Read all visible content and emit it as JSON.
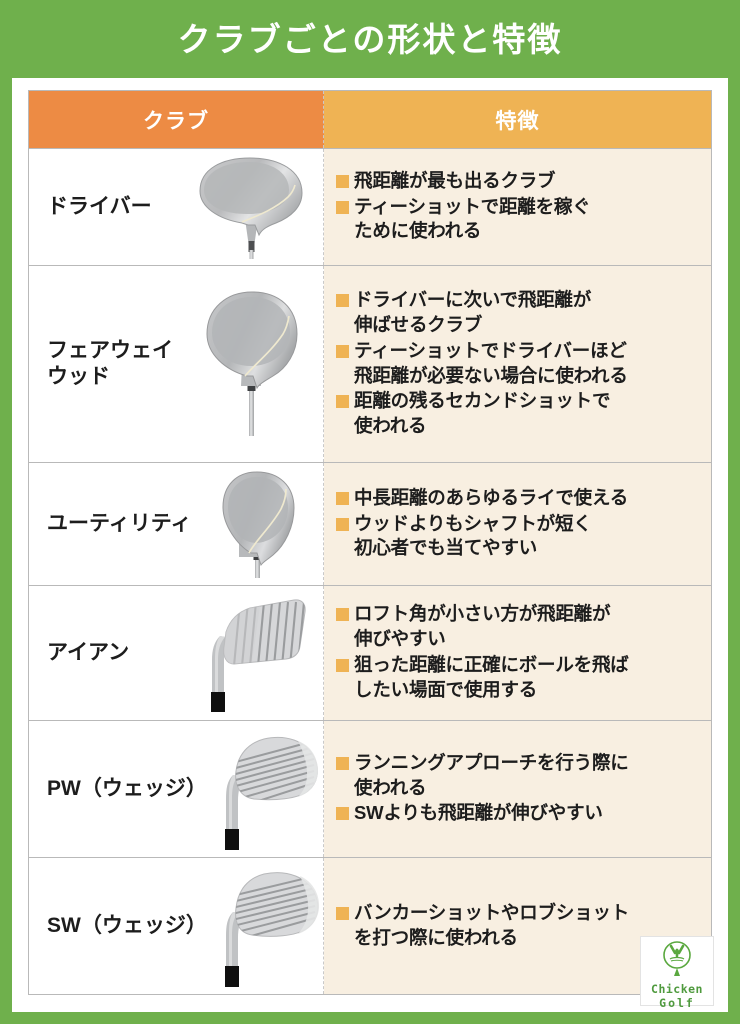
{
  "header": {
    "title": "クラブごとの形状と特徴",
    "bg_color": "#6fb04c"
  },
  "table": {
    "columns": [
      {
        "label": "クラブ",
        "bg_color": "#ed8b44"
      },
      {
        "label": "特徴",
        "bg_color": "#efb354"
      }
    ],
    "rows": [
      {
        "club": "ドライバー",
        "icon": "driver-club-head-icon",
        "features": [
          "飛距離が最も出るクラブ",
          "ティーショットで距離を稼ぐ\nために使われる"
        ]
      },
      {
        "club": "フェアウェイ\nウッド",
        "icon": "fairway-wood-club-head-icon",
        "features": [
          "ドライバーに次いで飛距離が\n伸ばせるクラブ",
          "ティーショットでドライバーほど\n飛距離が必要ない場合に使われる",
          "距離の残るセカンドショットで\n使われる"
        ]
      },
      {
        "club": "ユーティリティ",
        "icon": "utility-club-head-icon",
        "features": [
          "中長距離のあらゆるライで使える",
          "ウッドよりもシャフトが短く\n初心者でも当てやすい"
        ]
      },
      {
        "club": "アイアン",
        "icon": "iron-club-head-icon",
        "features": [
          "ロフト角が小さい方が飛距離が\n伸びやすい",
          "狙った距離に正確にボールを飛ば\nしたい場面で使用する"
        ]
      },
      {
        "club": "PW（ウェッジ）",
        "icon": "pitching-wedge-club-head-icon",
        "features": [
          "ランニングアプローチを行う際に\n使われる",
          "SWよりも飛距離が伸びやすい"
        ]
      },
      {
        "club": "SW（ウェッジ）",
        "icon": "sand-wedge-club-head-icon",
        "features": [
          "バンカーショットやロブショット\nを打つ際に使われる"
        ]
      }
    ]
  },
  "logo": {
    "icon": "golf-ball-on-tee-icon",
    "line1": "Chicken",
    "line2": "Golf",
    "color": "#4f9a3e"
  }
}
